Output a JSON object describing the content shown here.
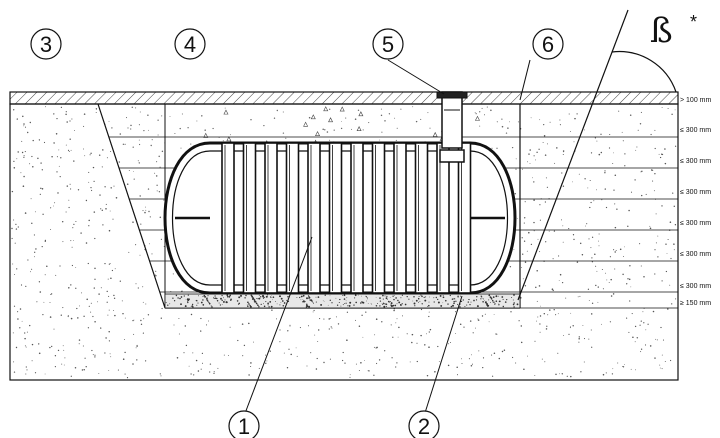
{
  "callouts": [
    {
      "id": "1",
      "label": "1"
    },
    {
      "id": "2",
      "label": "2"
    },
    {
      "id": "3",
      "label": "3"
    },
    {
      "id": "4",
      "label": "4"
    },
    {
      "id": "5",
      "label": "5"
    },
    {
      "id": "6",
      "label": "6"
    }
  ],
  "angle_symbol": "ß",
  "angle_mark": "*",
  "layer_labels": [
    "> 100 mm",
    "≤ 300 mm",
    "≤ 300 mm",
    "≤ 300 mm",
    "≤ 300 mm",
    "≤ 300 mm",
    "≤ 300 mm",
    "≥ 150 mm"
  ],
  "colors": {
    "line": "#111111",
    "hatch": "#444444",
    "soil_dots": "#555555",
    "gravel": "#333333"
  }
}
